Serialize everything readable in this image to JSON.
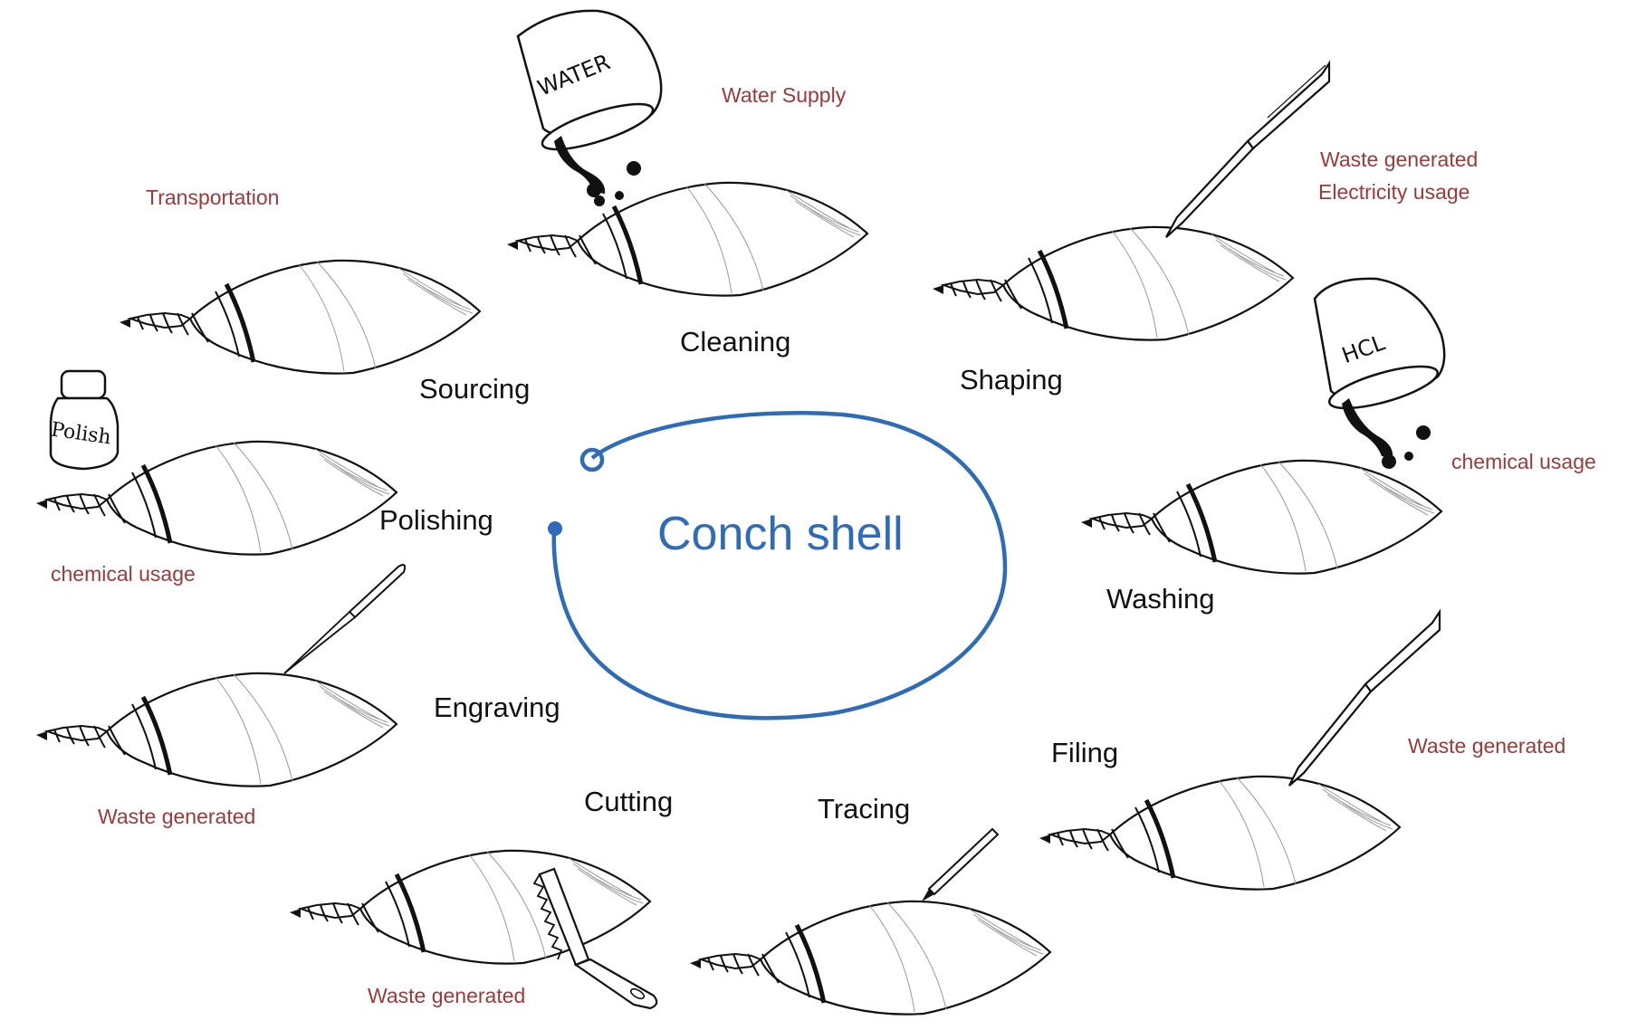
{
  "center": {
    "title": "Conch shell"
  },
  "stages": {
    "sourcing": "Sourcing",
    "cleaning": "Cleaning",
    "shaping": "Shaping",
    "washing": "Washing",
    "filing": "Filing",
    "tracing": "Tracing",
    "cutting": "Cutting",
    "engraving": "Engraving",
    "polishing": "Polishing"
  },
  "impacts": {
    "transportation": "Transportation",
    "water_supply": "Water Supply",
    "shaping_waste": "Waste generated",
    "shaping_electricity": "Electricity usage",
    "washing_chemical": "chemical usage",
    "filing_waste": "Waste generated",
    "cutting_waste": "Waste generated",
    "engraving_waste": "Waste generated",
    "polishing_chemical": "chemical usage"
  },
  "containers": {
    "water": "WATER",
    "hcl": "HCL",
    "polish": "Polish"
  },
  "colors": {
    "cycle_arrow": "#2e6bb8",
    "impact_text": "#9a3b3b",
    "ink": "#111111"
  }
}
